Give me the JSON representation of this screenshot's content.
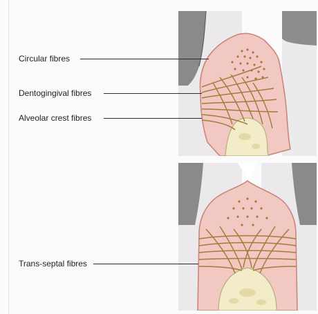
{
  "panels": [
    {
      "labels": [
        {
          "id": "circular",
          "text": "Circular fibres"
        },
        {
          "id": "dentogingival",
          "text": "Dentogingival fibres"
        },
        {
          "id": "alveolar_crest",
          "text": "Alveolar crest fibres"
        }
      ]
    },
    {
      "labels": [
        {
          "id": "trans_septal",
          "text": "Trans-septal fibres"
        }
      ]
    }
  ],
  "colors": {
    "enamel": "#8d8d8d",
    "dentin": "#e9e7e9",
    "gingiva": "#f1c7c0",
    "gingiva_edge": "#c9867a",
    "fibre": "#a57b3c",
    "bone": "#f3ecc9",
    "bone_edge": "#b8ad7c"
  }
}
